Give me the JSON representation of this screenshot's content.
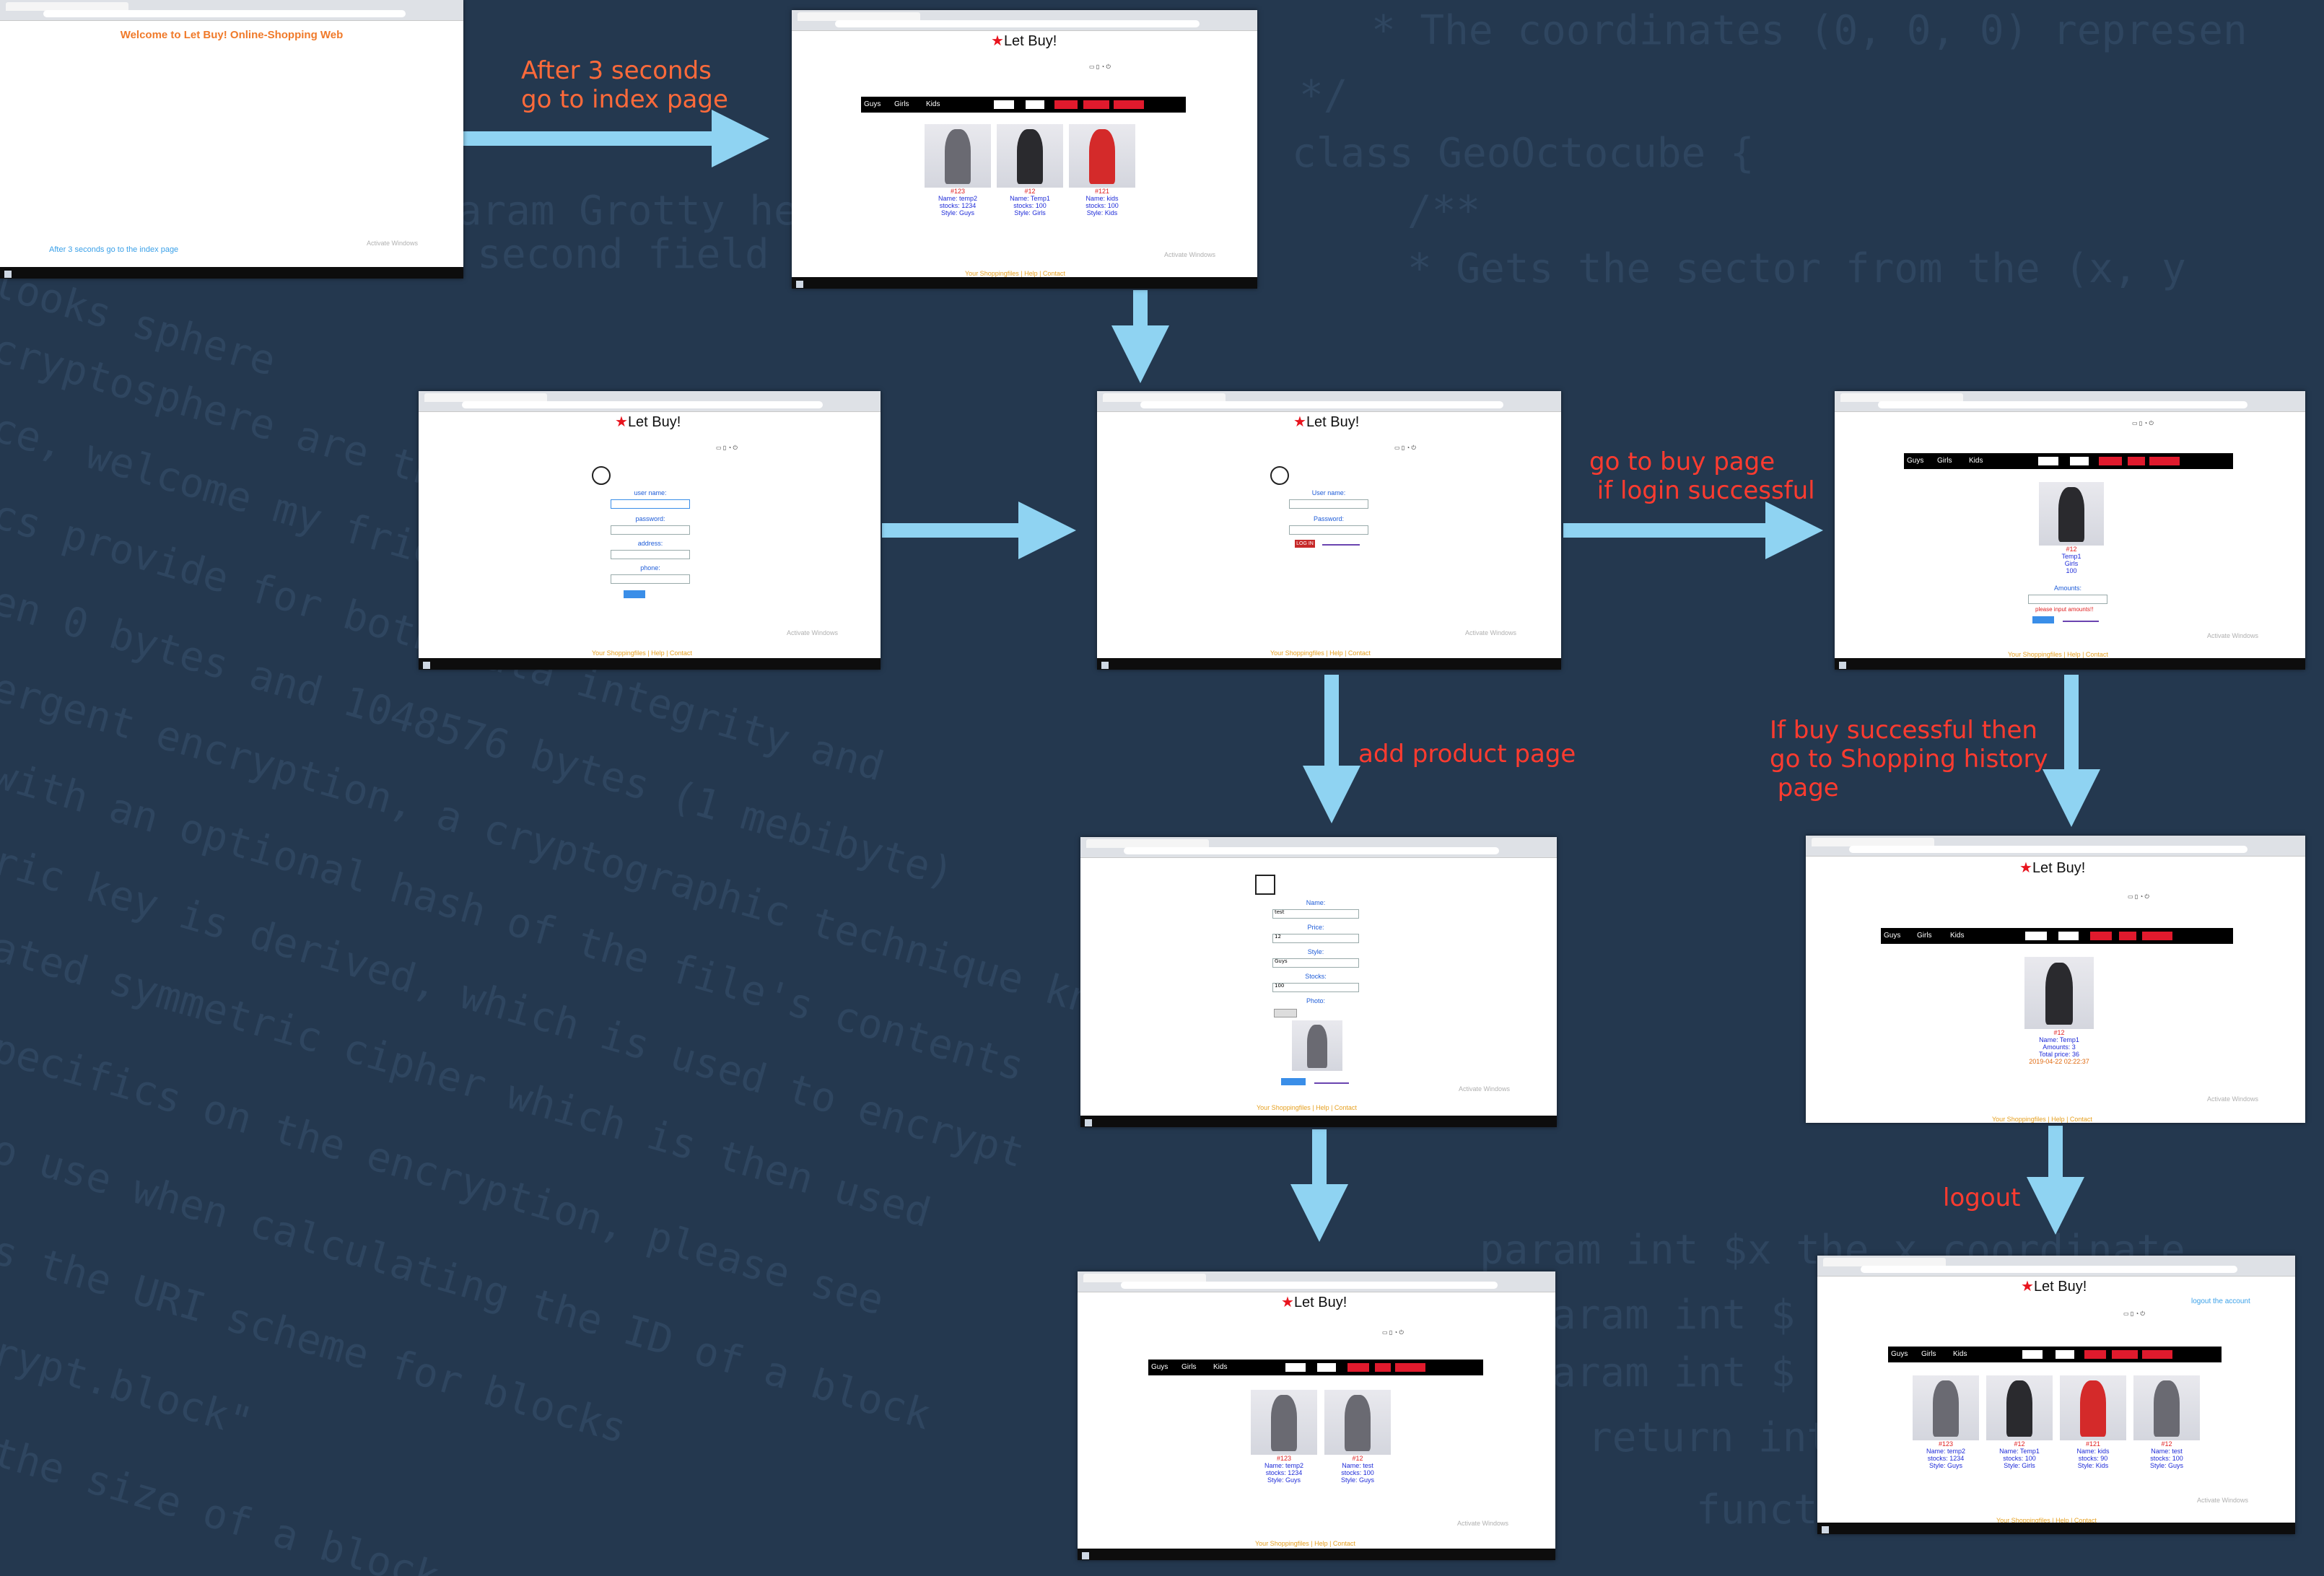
{
  "diagram": {
    "captions": {
      "to_index": "After 3 seconds\ngo to index page",
      "to_buy": "go to buy page\n if login successful",
      "to_add_product": "add product page",
      "to_history": "If buy successful then\ngo to Shopping history\n page",
      "logout": "logout"
    },
    "welcome": {
      "title": "Welcome to Let Buy! Online-Shopping Web",
      "redirect_note": "After 3 seconds go to the index page"
    },
    "brand": {
      "name": "Let Buy!",
      "star": "★"
    },
    "nav": {
      "guys": "Guys",
      "girls": "Girls",
      "kids": "Kids"
    },
    "index_products": [
      {
        "id": "#123",
        "name": "Name: temp2",
        "stocks": "stocks: 1234",
        "style": "Style: Guys"
      },
      {
        "id": "#12",
        "name": "Name: Temp1",
        "stocks": "stocks: 100",
        "style": "Style: Girls"
      },
      {
        "id": "#121",
        "name": "Name: kids",
        "stocks": "stocks: 100",
        "style": "Style: Kids"
      }
    ],
    "register_form": {
      "user_name": "user name:",
      "password": "password:",
      "address": "address:",
      "phone": "phone:"
    },
    "login_form": {
      "user_name": "User name:",
      "password": "Password:",
      "button": "LOG IN"
    },
    "buy_page": {
      "id": "#12",
      "name": "Temp1",
      "style": "Girls",
      "stocks": "100",
      "amounts_label": "Amounts:",
      "hint": "please input amounts!!"
    },
    "add_product_form": {
      "name": "Name:",
      "name_value": "test",
      "price": "Price:",
      "price_value": "12",
      "style": "Style:",
      "style_value": "Guys",
      "stocks": "Stocks:",
      "stocks_value": "100",
      "photo": "Photo:"
    },
    "after_add_products": [
      {
        "id": "#123",
        "name": "Name: temp2",
        "stocks": "stocks: 1234",
        "style": "Style: Guys"
      },
      {
        "id": "#12",
        "name": "Name: test",
        "stocks": "stocks: 100",
        "style": "Style: Guys"
      }
    ],
    "history": {
      "id": "#12",
      "name": "Name: Temp1",
      "amounts": "Amounts: 3",
      "total": "Total price: 36",
      "date": "2019-04-22 02:22:37"
    },
    "logout_page": {
      "logout_link": "logout the account",
      "products": [
        {
          "id": "#123",
          "name": "Name: temp2",
          "stocks": "stocks: 1234",
          "style": "Style: Guys"
        },
        {
          "id": "#12",
          "name": "Name: Temp1",
          "stocks": "stocks: 100",
          "style": "Style: Girls"
        },
        {
          "id": "#121",
          "name": "Name: kids",
          "stocks": "stocks: 90",
          "style": "Style: Kids"
        },
        {
          "id": "#12",
          "name": "Name: test",
          "stocks": "stocks: 100",
          "style": "Style: Guys"
        }
      ]
    },
    "footer": "Your Shoppingfiles | Help | Contact",
    "watermark": "Activate Windows",
    "colors": {
      "background": "#24384f",
      "arrow": "#8fd3f2",
      "caption": "#ff3b2f",
      "caption_orange": "#ff6a3a",
      "brand_star": "#e8141e"
    }
  }
}
